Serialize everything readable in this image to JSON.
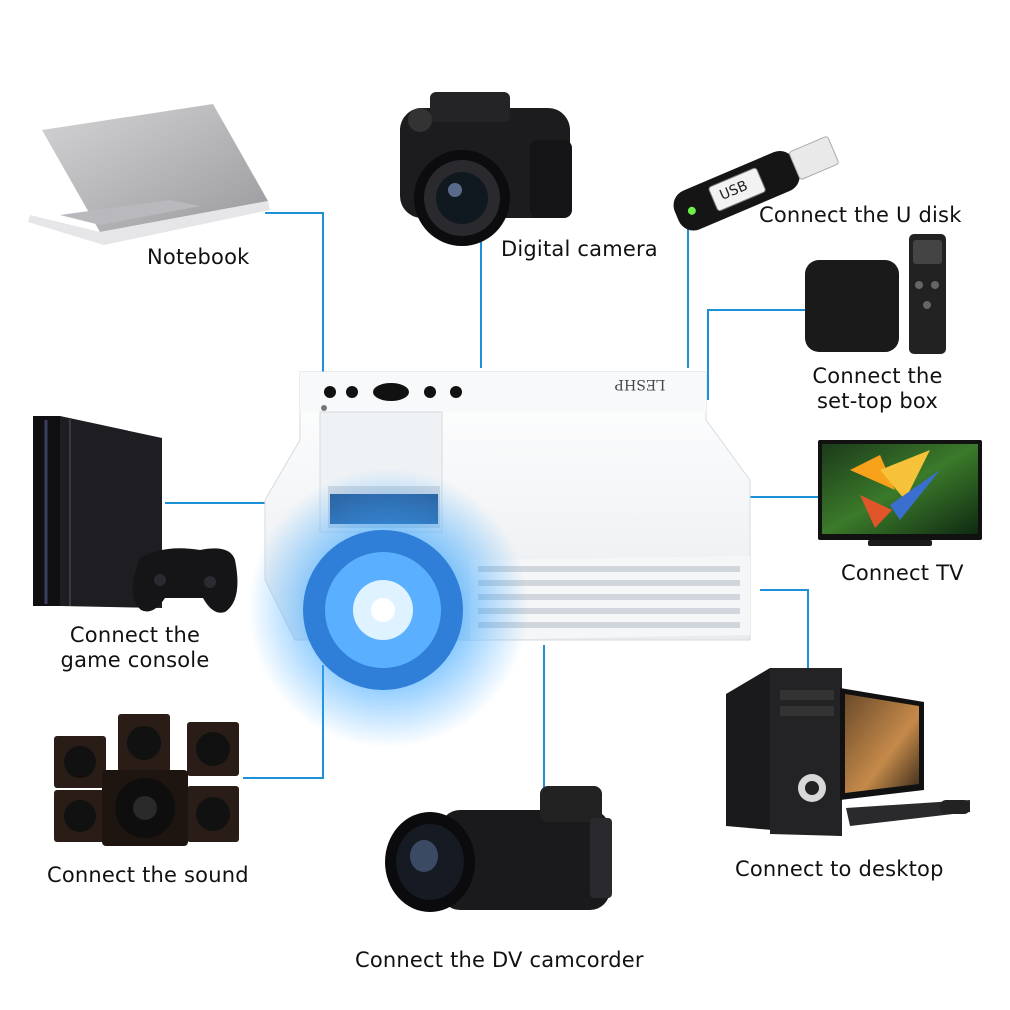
{
  "projector": {
    "brand": "LESHP"
  },
  "devices": {
    "notebook": {
      "label": "Notebook",
      "icon": "laptop-icon"
    },
    "digital_camera": {
      "label": "Digital camera",
      "icon": "dslr-camera-icon"
    },
    "u_disk": {
      "label": "Connect the U disk",
      "icon": "usb-drive-icon",
      "usb_text": "USB"
    },
    "set_top_box": {
      "label_line1": "Connect the",
      "label_line2": "set-top box",
      "icon": "set-top-box-icon"
    },
    "tv": {
      "label": "Connect TV",
      "icon": "tv-icon"
    },
    "game_console": {
      "label_line1": "Connect the",
      "label_line2": "game console",
      "icon": "game-console-icon"
    },
    "sound": {
      "label": "Connect the sound",
      "icon": "speaker-system-icon"
    },
    "camcorder": {
      "label": "Connect the DV camcorder",
      "icon": "camcorder-icon"
    },
    "desktop": {
      "label": "Connect to desktop",
      "icon": "desktop-computer-icon"
    }
  },
  "colors": {
    "wire": "#1e90d8",
    "lens_glow": "#3aa6ff"
  }
}
